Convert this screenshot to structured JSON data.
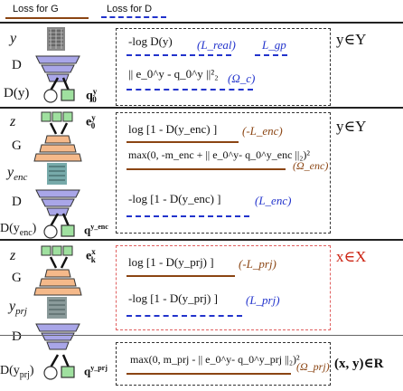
{
  "legend": {
    "g_label": "Loss for G",
    "d_label": "Loss for D",
    "g_color": "#8b4513",
    "d_color": "#2233cc"
  },
  "row1": {
    "y": "y",
    "d": "D",
    "dy": "D(y)",
    "q": "q",
    "q_sup": "y",
    "q_sub": "0",
    "eq1": "-log D(y)",
    "eq1_tag": "(L_real)",
    "gp": "L_gp",
    "eq2": "|| e_0^y - q_0^y ||²₂",
    "eq2_tag": "(Ω_c)",
    "domain": "y∈Y"
  },
  "row2": {
    "z": "z",
    "e": "e",
    "e_sup": "y",
    "e_sub": "0",
    "g": "G",
    "yenc": "y",
    "yenc_sub": "enc",
    "d": "D",
    "dyenc": "D(y",
    "dyenc_sub": "enc",
    "q": "q",
    "q_sup": "y_enc",
    "q_sub": "0",
    "eq1": "log [1 - D(y_enc) ]",
    "eq1_tag": "(-L_enc)",
    "eq2": "max(0, -m_enc + || e_0^y- q_0^y_enc ||₂)²",
    "eq2_tag": "(Ω_enc)",
    "eq3": "-log [1 - D(y_enc) ]",
    "eq3_tag": "(L_enc)",
    "domain": "y∈Y"
  },
  "row3": {
    "z": "z",
    "e": "e",
    "e_sup": "x",
    "e_sub": "k",
    "g": "G",
    "yprj": "y",
    "yprj_sub": "prj",
    "d": "D",
    "dyprj": "D(y",
    "dyprj_sub": "prj",
    "q": "q",
    "q_sup": "y_prj",
    "q_sub": "0",
    "eq1": "log [1 - D(y_prj) ]",
    "eq1_tag": "(-L_prj)",
    "eq2": "-log [1 - D(y_prj) ]",
    "eq2_tag": "(L_prj)",
    "domain": "x∈X",
    "eq3": "max(0, m_prj - || e_0^y- q_0^y_prj ||₂)²",
    "eq3_tag": "(Ω_prj)",
    "domain2": "(x, y)∈R"
  }
}
